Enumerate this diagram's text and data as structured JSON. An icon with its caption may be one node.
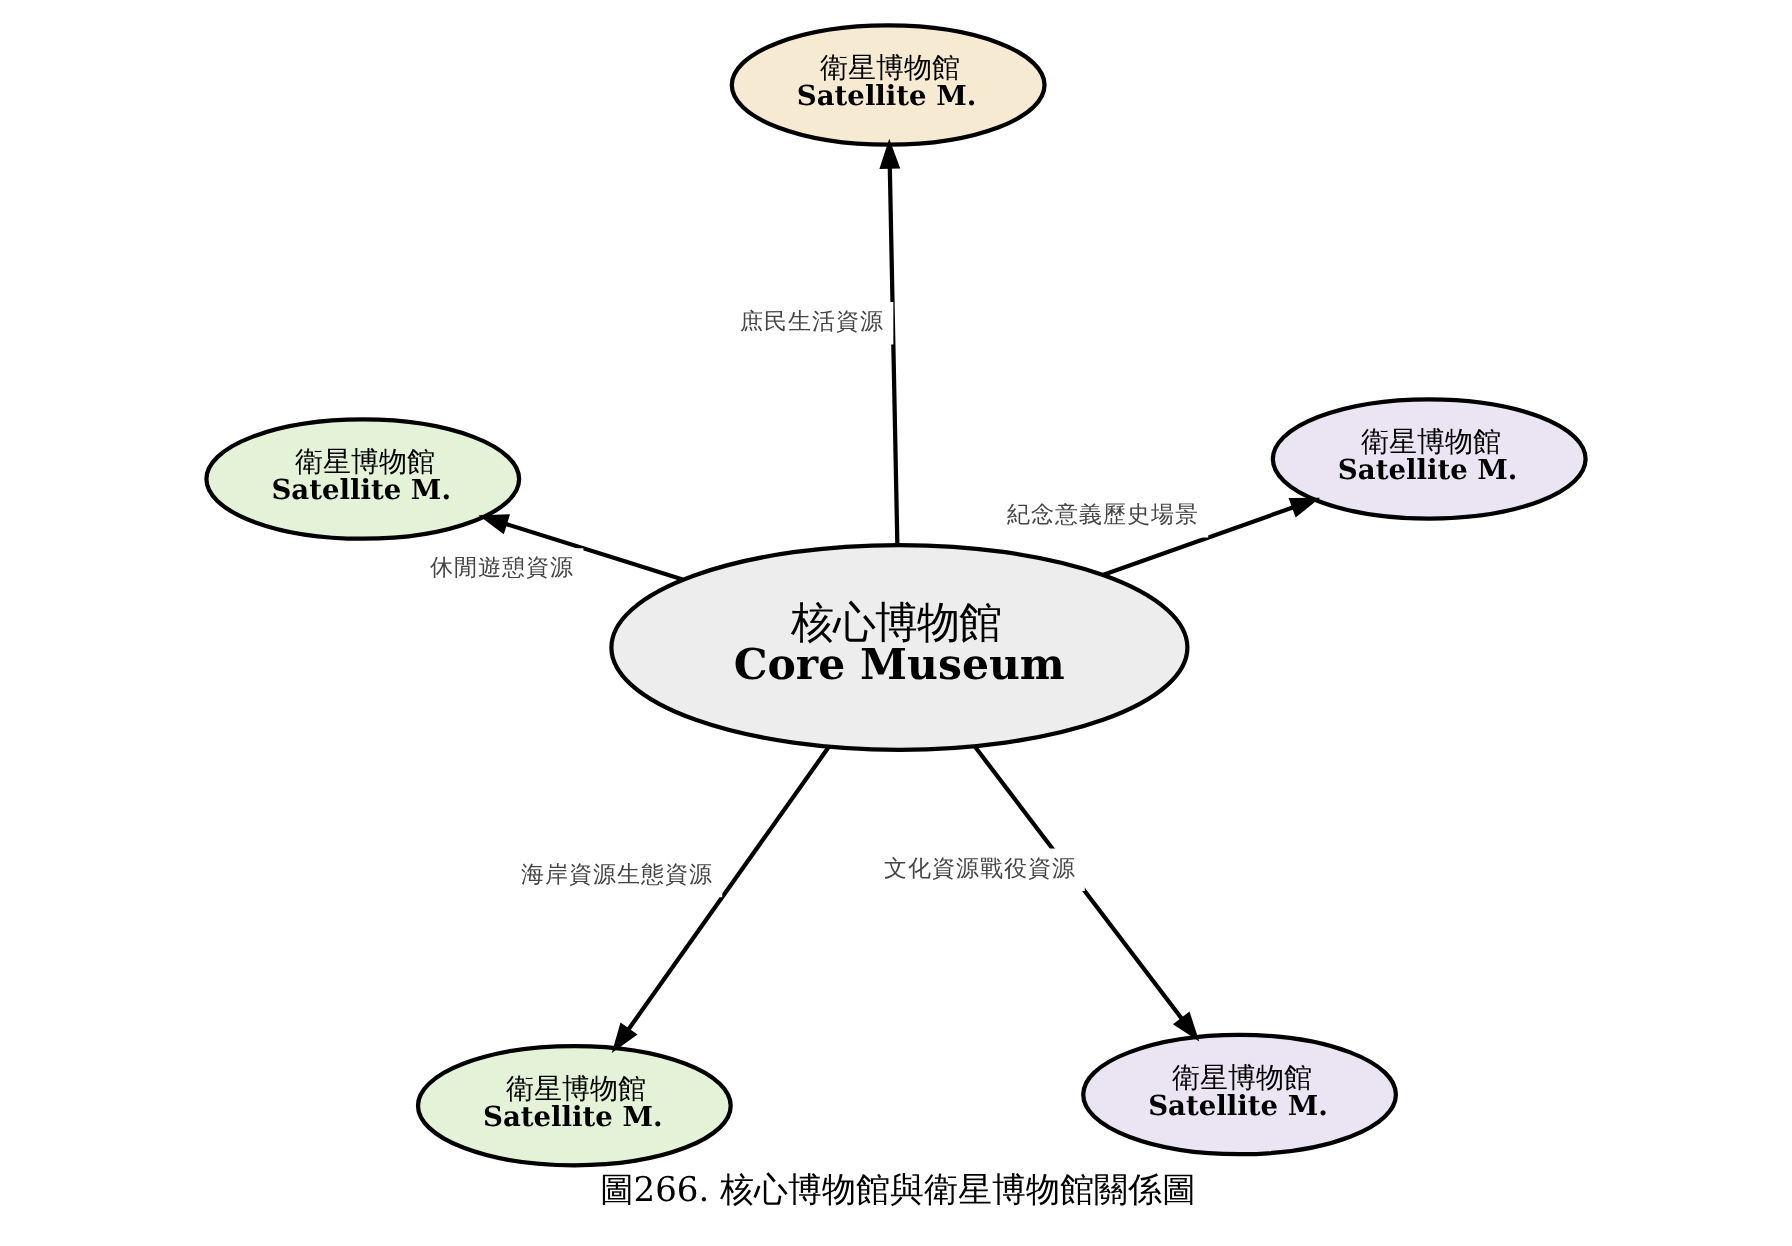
{
  "diagram": {
    "caption": "圖266. 核心博物館與衛星博物館關係圖",
    "nodes": [
      {
        "text": [
          "衛星博物館",
          "Satellite M."
        ]
      },
      {
        "text": [
          "衛星博物館",
          "Satellite M."
        ]
      },
      {
        "text": [
          "核心博物館",
          "Core Museum"
        ]
      },
      {
        "text": [
          "衛星博物館",
          "Satellite M."
        ]
      },
      {
        "text": [
          "衛星博物館",
          "Satellite M."
        ]
      },
      {
        "text": [
          "衛星博物館",
          "Satellite M."
        ]
      }
    ],
    "edges": [
      {
        "from": 2,
        "to": 0,
        "arrow": "to",
        "label": "海岸資源生態資源"
      },
      {
        "from": 2,
        "to": 1,
        "arrow": "to",
        "label": "文化資源戰役資源"
      },
      {
        "from": 2,
        "to": 3,
        "arrow": "to",
        "label": "庶民生活資源"
      },
      {
        "from": 2,
        "to": 5,
        "arrow": "to",
        "label": "休閒遊憩資源"
      },
      {
        "from": 2,
        "to": 4,
        "arrow": "to",
        "label": "紀念意義歷史場景"
      }
    ]
  }
}
